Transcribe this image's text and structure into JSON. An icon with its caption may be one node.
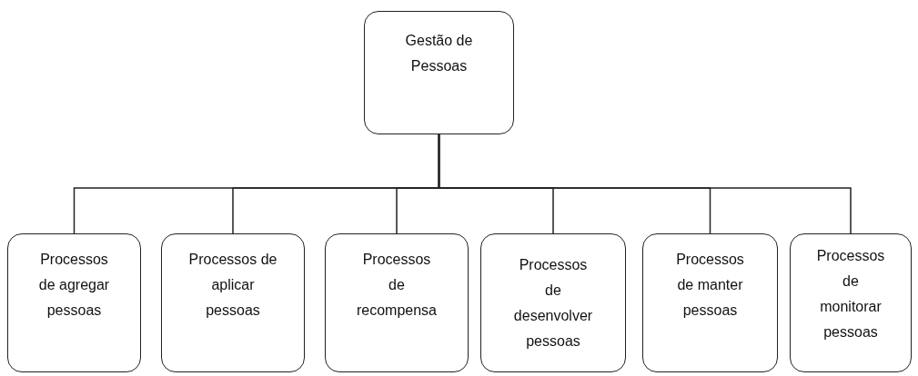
{
  "diagram": {
    "nodes": [
      {
        "text": [
          "Gestão de Pessoas"
        ]
      },
      {
        "text": [
          "Processos de agregar pessoas"
        ]
      },
      {
        "text": [
          "Processos de aplicar pessoas"
        ]
      },
      {
        "text": [
          "Processos de recompensa"
        ]
      },
      {
        "text": [
          "Processos de desenvolver pessoas"
        ]
      },
      {
        "text": [
          "Processos de manter pessoas"
        ]
      },
      {
        "text": [
          "Processos de monitorar pessoas"
        ]
      }
    ],
    "edges": [
      {
        "from": 0,
        "to": 1,
        "arrow": "none"
      },
      {
        "from": 0,
        "to": 2,
        "arrow": "none"
      },
      {
        "from": 0,
        "to": 3,
        "arrow": "none"
      },
      {
        "from": 0,
        "to": 4,
        "arrow": "none"
      },
      {
        "from": 0,
        "to": 5,
        "arrow": "none"
      },
      {
        "from": 0,
        "to": 6,
        "arrow": "none"
      }
    ]
  }
}
